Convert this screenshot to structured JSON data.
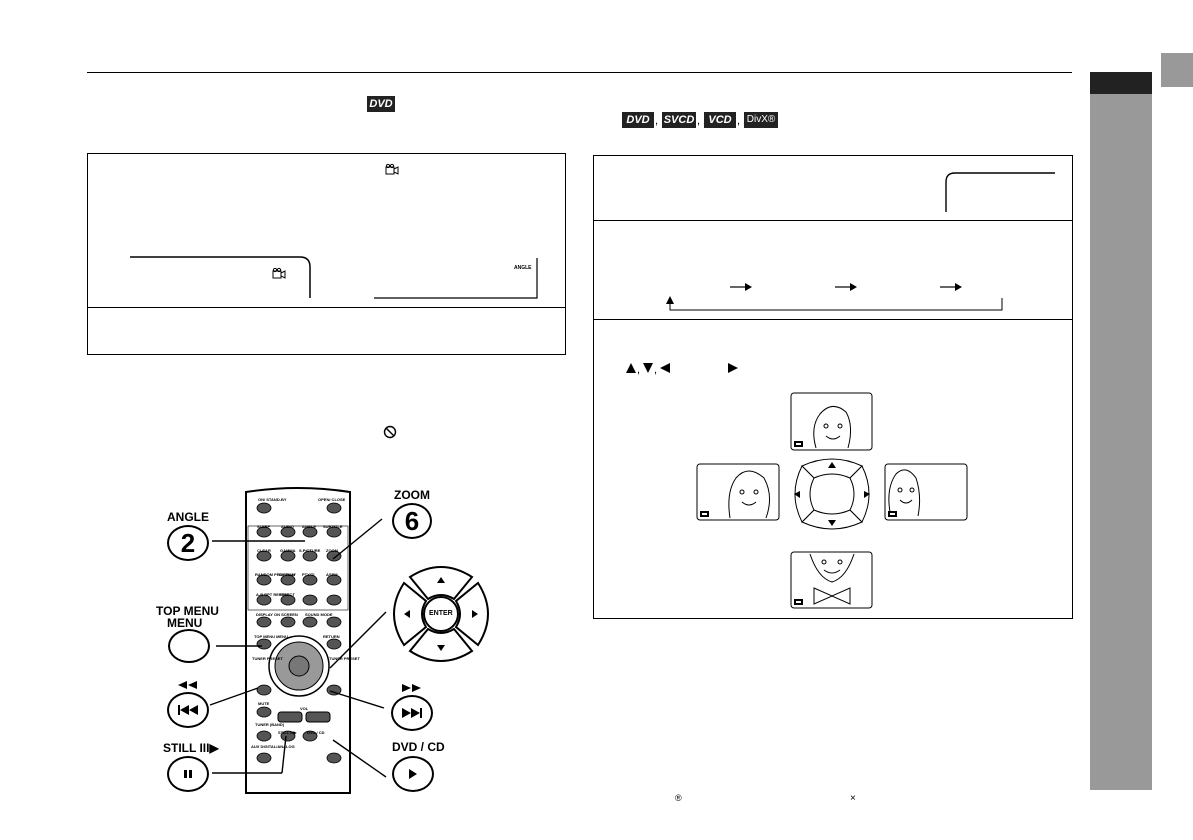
{
  "badges": {
    "dvd_left": "DVD",
    "dvd": "DVD",
    "svcd": "SVCD",
    "vcd": "VCD",
    "divx": "DivX®"
  },
  "remote_labels": {
    "angle": "ANGLE",
    "angle_num": "2",
    "zoom": "ZOOM",
    "zoom_num": "6",
    "top_menu_line1": "TOP MENU",
    "top_menu_line2": "MENU",
    "still": "STILL III▶",
    "dvd_cd": "DVD / CD",
    "enter": "ENTER"
  },
  "remote_keys": [
    "ON/ STAND-BY",
    "OPEN/ CLOSE",
    "SLEEP",
    "AUDIO",
    "ANGLE",
    "SUBTITLE",
    "CLEAR",
    "GAMMA",
    "S.PICTURE",
    "ZOOM",
    "RANDOM PROGRAM",
    "DISPLAY",
    "PTY/TI",
    "ASPM",
    "A-B RPT REPEAT",
    "DIRECT",
    "DISPLAY ON SCREEN",
    "SOUND MODE",
    "TOP MENU MENU",
    "RETURN",
    "TUNER PRESET",
    "TUNER PRESET",
    "MUTE",
    "VOL",
    "TUNER (BAND)",
    "STILL III▶",
    "DVD / CD",
    "AUX DIGITAL/ANALOG"
  ],
  "footer": {
    "registered": "®",
    "times": "×"
  },
  "colors": {
    "tab": "#999999",
    "tab_dark": "#222222",
    "badge": "#222222"
  }
}
